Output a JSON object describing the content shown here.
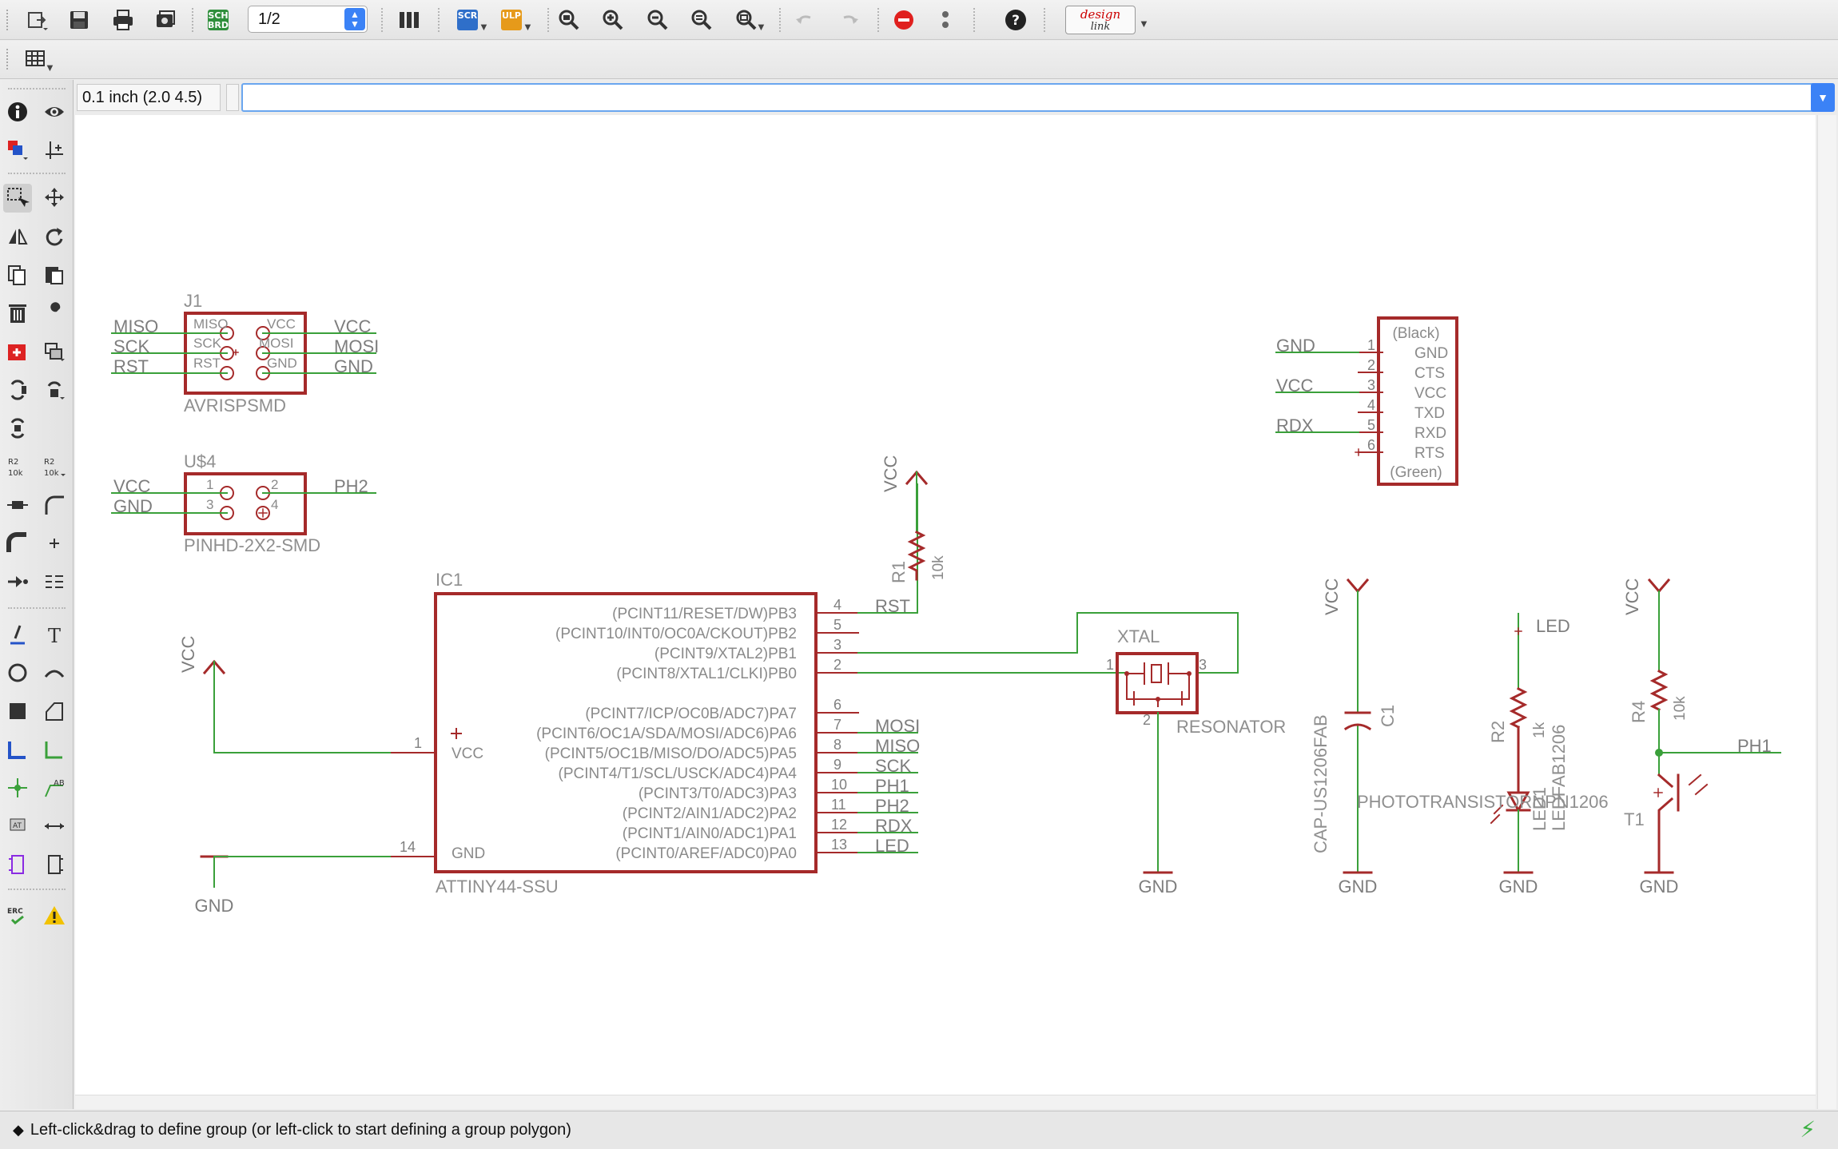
{
  "toolbar": {
    "sheet_value": "1/2",
    "sch_brd_label": "SCH BRD",
    "scr_label": "SCR",
    "ulp_label": "ULP",
    "designlink_top": "design",
    "designlink_bottom": "link"
  },
  "coordinate": "0.1 inch (2.0 4.5)",
  "command_line": {
    "value": ""
  },
  "status": {
    "text": "Left-click&drag to define group (or left-click to start defining a group polygon)"
  },
  "colors": {
    "wire": "#3aa03a",
    "part": "#a52a2a",
    "text": "#8a8a8a",
    "accent": "#3b82f6"
  },
  "schematic": {
    "j1": {
      "name": "J1",
      "value": "AVRISPSMD",
      "inner_left": [
        "MISO",
        "SCK",
        "RST"
      ],
      "inner_right": [
        "VCC",
        "MOSI",
        "GND"
      ],
      "nets_left": [
        "MISO",
        "SCK",
        "RST"
      ],
      "nets_right": [
        "VCC",
        "MOSI",
        "GND"
      ]
    },
    "u4": {
      "name": "U$4",
      "value": "PINHD-2X2-SMD",
      "pins": [
        "1",
        "2",
        "3",
        "4"
      ],
      "nets_left": [
        "VCC",
        "GND"
      ],
      "net_right": "PH2"
    },
    "ftdi": {
      "top": "(Black)",
      "bottom": "(Green)",
      "pins": [
        "GND",
        "CTS",
        "VCC",
        "TXD",
        "RXD",
        "RTS"
      ],
      "nums": [
        "1",
        "2",
        "3",
        "4",
        "5",
        "6"
      ],
      "nets": [
        "GND",
        "VCC",
        "RDX"
      ]
    },
    "ic1": {
      "name": "IC1",
      "value": "ATTINY44-SSU",
      "left_pins": [
        {
          "num": "1",
          "label": "VCC"
        },
        {
          "num": "14",
          "label": "GND"
        }
      ],
      "right_pins": [
        {
          "num": "4",
          "label": "(PCINT11/RESET/DW)PB3",
          "net": "RST"
        },
        {
          "num": "5",
          "label": "(PCINT10/INT0/OC0A/CKOUT)PB2",
          "net": ""
        },
        {
          "num": "3",
          "label": "(PCINT9/XTAL2)PB1",
          "net": ""
        },
        {
          "num": "2",
          "label": "(PCINT8/XTAL1/CLKI)PB0",
          "net": ""
        },
        {
          "num": "6",
          "label": "(PCINT7/ICP/OC0B/ADC7)PA7",
          "net": ""
        },
        {
          "num": "7",
          "label": "(PCINT6/OC1A/SDA/MOSI/ADC6)PA6",
          "net": "MOSI"
        },
        {
          "num": "8",
          "label": "(PCINT5/OC1B/MISO/DO/ADC5)PA5",
          "net": "MISO"
        },
        {
          "num": "9",
          "label": "(PCINT4/T1/SCL/USCK/ADC4)PA4",
          "net": "SCK"
        },
        {
          "num": "10",
          "label": "(PCINT3/T0/ADC3)PA3",
          "net": "PH1"
        },
        {
          "num": "11",
          "label": "(PCINT2/AIN1/ADC2)PA2",
          "net": "PH2"
        },
        {
          "num": "12",
          "label": "(PCINT1/AIN0/ADC1)PA1",
          "net": "RDX"
        },
        {
          "num": "13",
          "label": "(PCINT0/AREF/ADC0)PA0",
          "net": "LED"
        }
      ]
    },
    "r1": {
      "name": "R1",
      "value": "10k",
      "supply": "VCC"
    },
    "xtal": {
      "name": "XTAL",
      "value": "RESONATOR",
      "pins": [
        "1",
        "2",
        "3"
      ],
      "gnd": "GND"
    },
    "c1": {
      "name": "C1",
      "value": "CAP-US1206FAB",
      "supply": "VCC",
      "gnd": "GND"
    },
    "r2": {
      "name": "R2",
      "value": "1k",
      "net": "LED"
    },
    "led1": {
      "name": "LED1",
      "value": "LEDFAB1206",
      "gnd": "GND"
    },
    "r4": {
      "name": "R4",
      "value": "10k",
      "supply": "VCC"
    },
    "t1": {
      "name": "T1",
      "value": "PHOTOTRANSISTORNPN1206",
      "net": "PH1",
      "gnd": "GND"
    },
    "vcc_left": "VCC",
    "gnd_left": "GND"
  }
}
